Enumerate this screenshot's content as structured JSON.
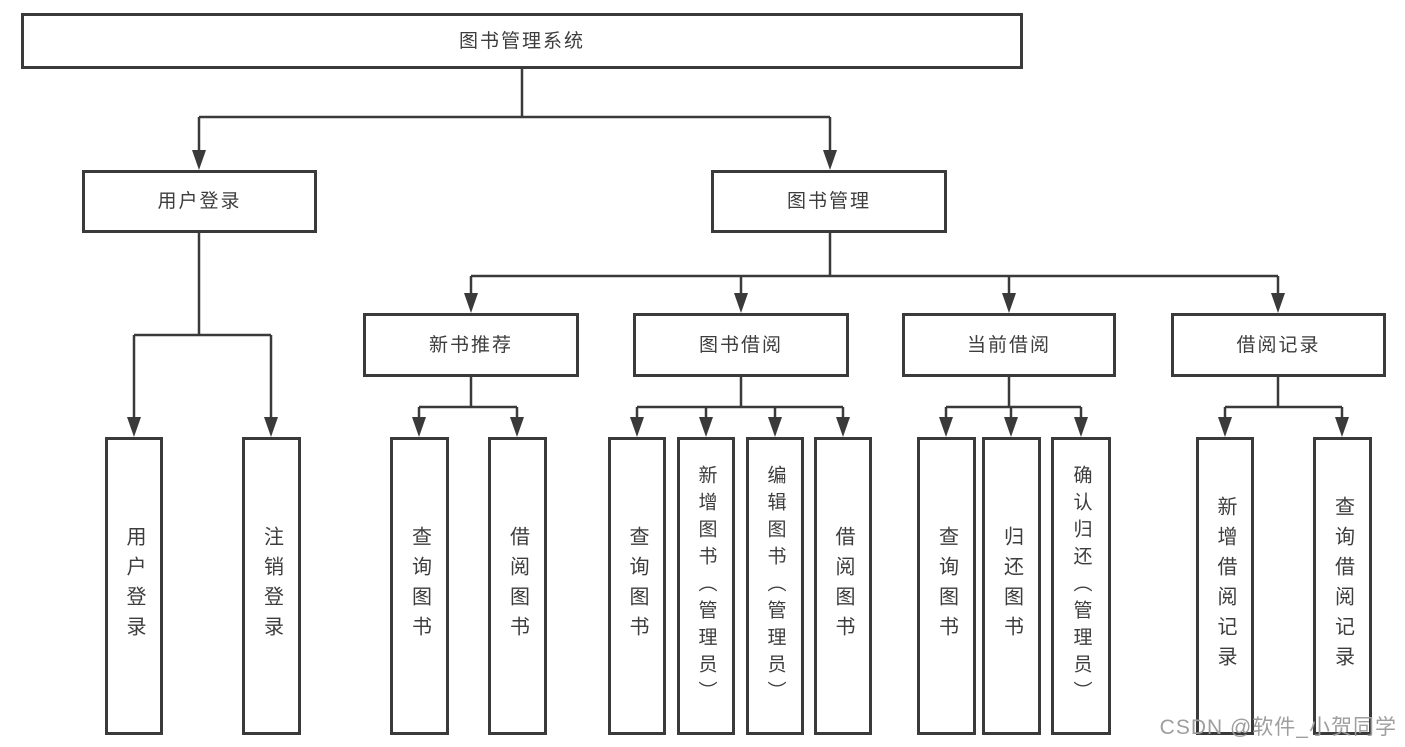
{
  "diagram_type": "hierarchy-tree",
  "colors": {
    "line": "#3a3a3a",
    "box_border": "#3a3a3a",
    "box_fill": "#ffffff",
    "text": "#3d3d3d",
    "watermark": "#9e9e9e",
    "background": "#ffffff"
  },
  "tree": {
    "label": "图书管理系统",
    "children": [
      {
        "label": "用户登录",
        "children": [
          {
            "label": "用户登录"
          },
          {
            "label": "注销登录"
          }
        ]
      },
      {
        "label": "图书管理",
        "children": [
          {
            "label": "新书推荐",
            "children": [
              {
                "label": "查询图书"
              },
              {
                "label": "借阅图书"
              }
            ]
          },
          {
            "label": "图书借阅",
            "children": [
              {
                "label": "查询图书"
              },
              {
                "label": "新增图书（管理员）"
              },
              {
                "label": "编辑图书（管理员）"
              },
              {
                "label": "借阅图书"
              }
            ]
          },
          {
            "label": "当前借阅",
            "children": [
              {
                "label": "查询图书"
              },
              {
                "label": "归还图书"
              },
              {
                "label": "确认归还（管理员）"
              }
            ]
          },
          {
            "label": "借阅记录",
            "children": [
              {
                "label": "新增借阅记录"
              },
              {
                "label": "查询借阅记录"
              }
            ]
          }
        ]
      }
    ]
  },
  "watermark": {
    "text": "CSDN @软件_小贺同学"
  }
}
